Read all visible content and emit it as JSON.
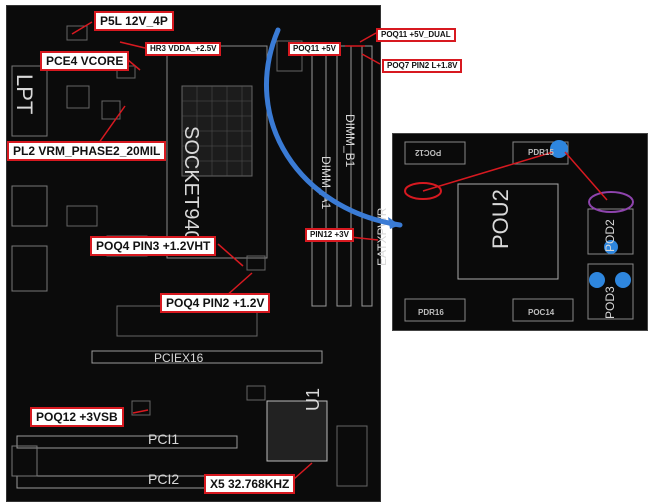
{
  "callouts": {
    "p5l": "P5L 12V_4P",
    "pce4": "PCE4 VCORE",
    "pl2": "PL2 VRM_PHASE2_20MIL",
    "hr3": "HR3 VDDA_+2.5V",
    "poq11_5v": "POQ11 +5V",
    "poq11_dual": "POQ11 +5V_DUAL",
    "poq7": "POQ7 PIN2 L+1.8V",
    "poq4_pin3": "POQ4 PIN3 +1.2VHT",
    "poq4_pin2": "POQ4 PIN2 +1.2V",
    "pin12": "PIN12 +3V",
    "poq12": "POQ12 +3VSB",
    "x5": "X5 32.768KHZ"
  },
  "board_labels": {
    "socket": "SOCKET940",
    "lpt": "LPT",
    "dimm_a1": "DIMM_A1",
    "dimm_b1": "DIMM_B1",
    "eatxpwr": "EATXPWR",
    "pciex16": "PCIEX16",
    "pci1": "PCI1",
    "pci2": "PCI2",
    "u1": "U1"
  },
  "zoom_labels": {
    "pou2": "POU2",
    "pdr15": "PDR15",
    "pdr16": "PDR16",
    "poc14": "POC14",
    "pod2": "POD2",
    "pod3": "POD3",
    "poc12": "POC12"
  },
  "colors": {
    "callout_border": "#d71920",
    "arrow": "#d71920",
    "curve": "#3a7bd5",
    "highlight_blue": "#2e86de",
    "highlight_purple": "#8e44ad"
  }
}
